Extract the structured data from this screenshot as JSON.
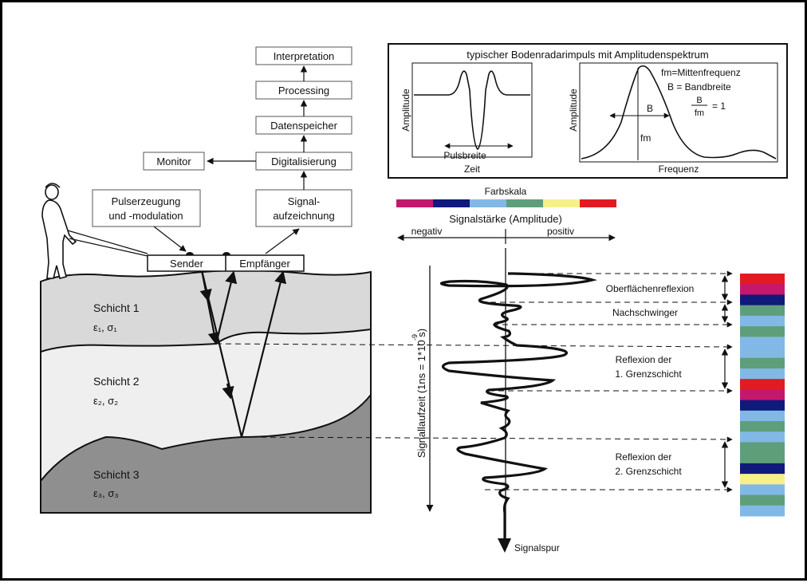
{
  "flow": {
    "interpretation": "Interpretation",
    "processing": "Processing",
    "datenspeicher": "Datenspeicher",
    "digitalisierung": "Digitalisierung",
    "monitor": "Monitor",
    "pulserzeugung_1": "Pulserzeugung",
    "pulserzeugung_2": "und -modulation",
    "signal_1": "Signal-",
    "signal_2": "aufzeichnung",
    "sender": "Sender",
    "empfaenger": "Empfänger"
  },
  "layers": {
    "l1_name": "Schicht 1",
    "l1_params": "ε₁, σ₁",
    "l2_name": "Schicht 2",
    "l2_params": "ε₂, σ₂",
    "l3_name": "Schicht 3",
    "l3_params": "ε₃, σ₃",
    "colors": [
      "#d9d9d9",
      "#efefef",
      "#8f8f8f"
    ]
  },
  "inset": {
    "title": "typischer Bodenradarimpuls mit Amplitudenspektrum",
    "left_ylabel": "Amplitude",
    "left_xlabel": "Zeit",
    "pulsbreite": "Pulsbreite",
    "right_ylabel": "Amplitude",
    "right_xlabel": "Frequenz",
    "fm_legend": "fm=Mittenfrequenz",
    "b_legend": "B = Bandbreite",
    "b_mark": "B",
    "fm_mark": "fm",
    "ratio_num": "B",
    "ratio_den": "fm",
    "ratio_val": "= 1"
  },
  "farbskala": {
    "title": "Farbskala",
    "colors": [
      "#c4186c",
      "#101a7a",
      "#82b8e6",
      "#5f9e7a",
      "#f5f08c",
      "#e21b22"
    ]
  },
  "amplitude_axis": {
    "title": "Signalstärke (Amplitude)",
    "negativ": "negativ",
    "positiv": "positiv"
  },
  "trace": {
    "time_axis": "Signallaufzeit (1ns = 1*10   s)",
    "time_exp": "-9",
    "signalspur": "Signalspur",
    "oberflaechen": "Oberflächenreflexion",
    "nachschwinger": "Nachschwinger",
    "r1_line1": "Reflexion der",
    "r1_line2": "1. Grenzschicht",
    "r2_line1": "Reflexion der",
    "r2_line2": "2. Grenzschicht"
  },
  "colorbar": {
    "colors": [
      "#e21b22",
      "#c4186c",
      "#101a7a",
      "#5f9e7a",
      "#82b8e6",
      "#5f9e7a",
      "#82b8e6",
      "#82b8e6",
      "#5f9e7a",
      "#82b8e6",
      "#e21b22",
      "#c4186c",
      "#101a7a",
      "#82b8e6",
      "#5f9e7a",
      "#82b8e6",
      "#5f9e7a",
      "#5f9e7a",
      "#101a7a",
      "#f5f08c",
      "#82b8e6",
      "#5f9e7a",
      "#82b8e6"
    ]
  }
}
